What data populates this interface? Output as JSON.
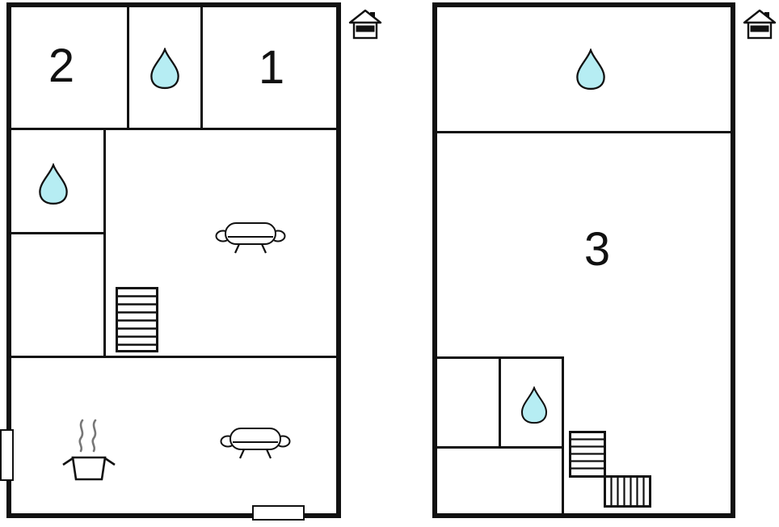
{
  "colors": {
    "wall": "#111111",
    "water_drop_fill": "#b6edf3",
    "background": "#ffffff",
    "steam": "#777777"
  },
  "plans": {
    "left": {
      "labels": {
        "room2": "2",
        "room1": "1"
      }
    },
    "right": {
      "labels": {
        "room3": "3"
      }
    }
  },
  "icons": [
    "water-drop-icon",
    "sofa-icon",
    "stairs-icon",
    "stairs-l-icon",
    "cooking-pot-icon",
    "steam-icon",
    "house-icon",
    "door-marker",
    "window-marker"
  ]
}
